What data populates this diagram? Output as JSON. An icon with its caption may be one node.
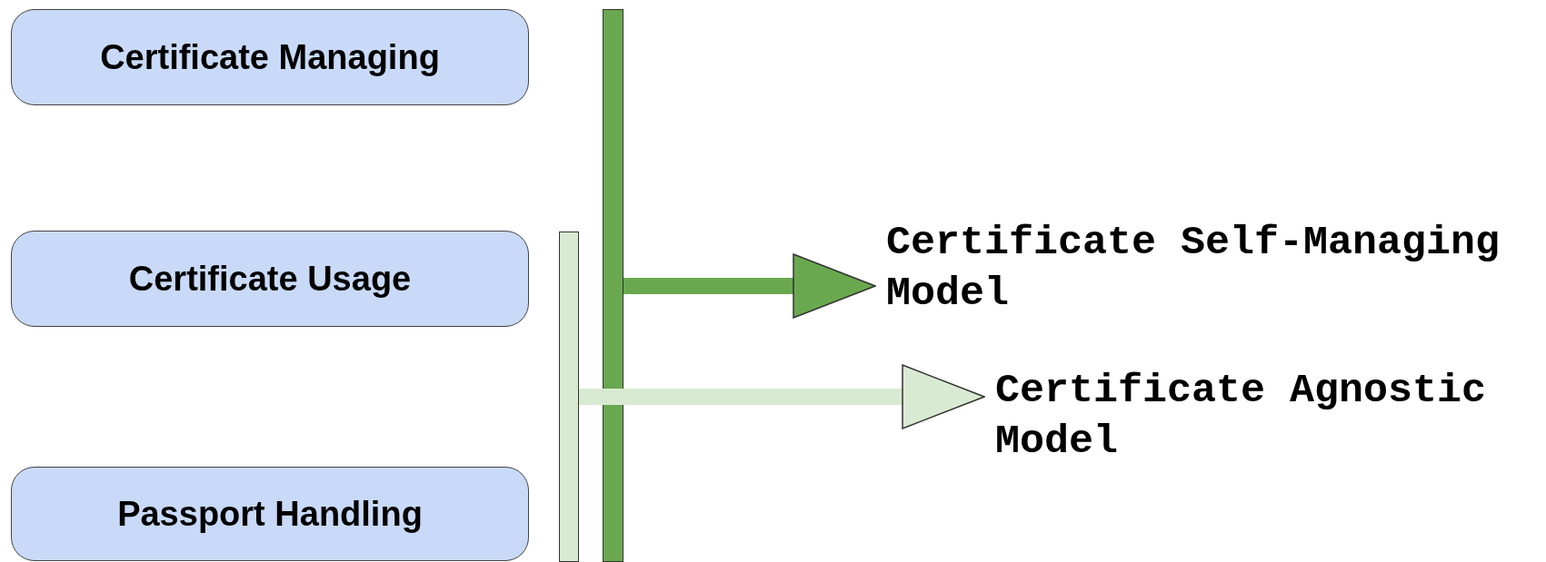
{
  "diagram": {
    "nodes": [
      {
        "text": [
          "Certificate Managing"
        ]
      },
      {
        "text": [
          "Certificate Usage"
        ]
      },
      {
        "text": [
          "Passport Handling"
        ]
      },
      {
        "text": [],
        "shape": "bar"
      },
      {
        "text": [],
        "shape": "bar"
      },
      {
        "text": [
          "Certificate Self-Managing Model"
        ]
      },
      {
        "text": [
          "Certificate Agnostic Model"
        ]
      }
    ],
    "edges": [
      {
        "from": 4,
        "to": 5,
        "arrow": "to",
        "color": "#6aa84f"
      },
      {
        "from": 3,
        "to": 6,
        "arrow": "to",
        "color": "#d9ead3"
      }
    ]
  }
}
